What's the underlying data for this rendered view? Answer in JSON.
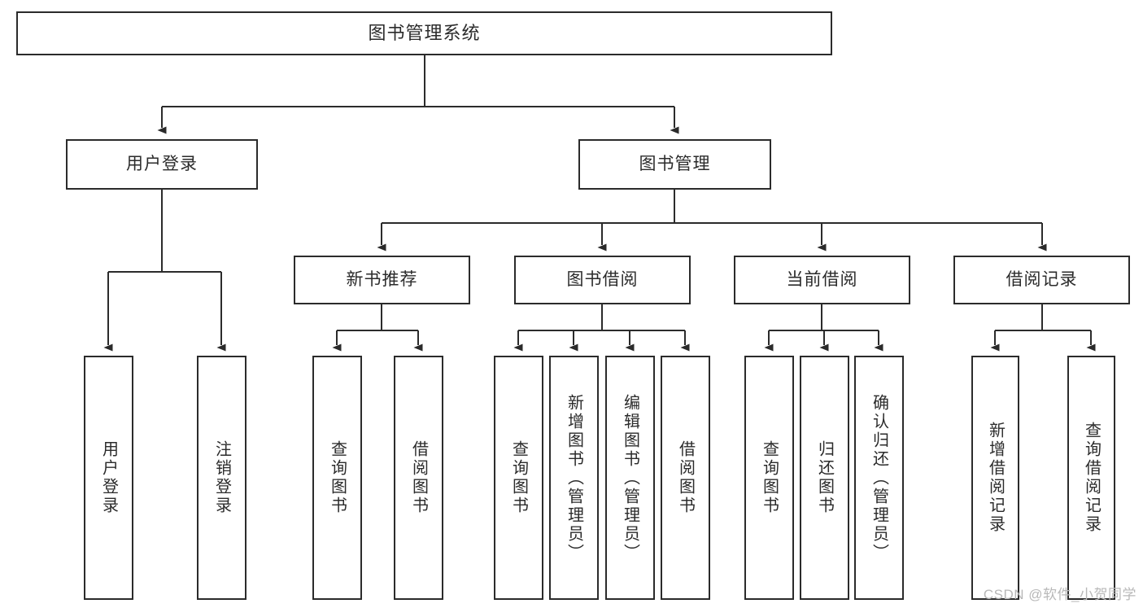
{
  "diagram": {
    "type": "tree-hierarchy-chart",
    "title": "图书管理系统",
    "watermark": "CSDN @软件_小贺同学",
    "colors": {
      "box_border": "#2b2b2b",
      "box_fill": "#ffffff",
      "connector": "#2b2b2b",
      "background": "#ffffff",
      "watermark": "#b8b8b8"
    },
    "levels": {
      "root": "图书管理系统",
      "level2": [
        "用户登录",
        "图书管理"
      ],
      "level3": [
        "新书推荐",
        "图书借阅",
        "当前借阅",
        "借阅记录"
      ]
    },
    "nodes": {
      "root": {
        "label": "图书管理系统"
      },
      "user_login": {
        "label": "用户登录"
      },
      "book_manage": {
        "label": "图书管理"
      },
      "new_book_rec": {
        "label": "新书推荐"
      },
      "book_borrow": {
        "label": "图书借阅"
      },
      "current_borrow": {
        "label": "当前借阅"
      },
      "borrow_record": {
        "label": "借阅记录"
      },
      "leaf_user_login": {
        "label": "用户登录"
      },
      "leaf_logout": {
        "label": "注销登录"
      },
      "leaf_query_book_1": {
        "label": "查询图书"
      },
      "leaf_borrow_book_1": {
        "label": "借阅图书"
      },
      "leaf_query_book_2": {
        "label": "查询图书"
      },
      "leaf_add_book": {
        "label": "新增图书（管理员）"
      },
      "leaf_edit_book": {
        "label": "编辑图书（管理员）"
      },
      "leaf_borrow_book_2": {
        "label": "借阅图书"
      },
      "leaf_query_book_3": {
        "label": "查询图书"
      },
      "leaf_return_book": {
        "label": "归还图书"
      },
      "leaf_confirm_return": {
        "label": "确认归还（管理员）"
      },
      "leaf_add_record": {
        "label": "新增借阅记录"
      },
      "leaf_query_record": {
        "label": "查询借阅记录"
      }
    },
    "edges": [
      {
        "from": "图书管理系统",
        "to": "用户登录"
      },
      {
        "from": "图书管理系统",
        "to": "图书管理"
      },
      {
        "from": "用户登录",
        "to": "用户登录"
      },
      {
        "from": "用户登录",
        "to": "注销登录"
      },
      {
        "from": "图书管理",
        "to": "新书推荐"
      },
      {
        "from": "图书管理",
        "to": "图书借阅"
      },
      {
        "from": "图书管理",
        "to": "当前借阅"
      },
      {
        "from": "图书管理",
        "to": "借阅记录"
      },
      {
        "from": "新书推荐",
        "to": "查询图书"
      },
      {
        "from": "新书推荐",
        "to": "借阅图书"
      },
      {
        "from": "图书借阅",
        "to": "查询图书"
      },
      {
        "from": "图书借阅",
        "to": "新增图书（管理员）"
      },
      {
        "from": "图书借阅",
        "to": "编辑图书（管理员）"
      },
      {
        "from": "图书借阅",
        "to": "借阅图书"
      },
      {
        "from": "当前借阅",
        "to": "查询图书"
      },
      {
        "from": "当前借阅",
        "to": "归还图书"
      },
      {
        "from": "当前借阅",
        "to": "确认归还（管理员）"
      },
      {
        "from": "借阅记录",
        "to": "新增借阅记录"
      },
      {
        "from": "借阅记录",
        "to": "查询借阅记录"
      }
    ]
  }
}
